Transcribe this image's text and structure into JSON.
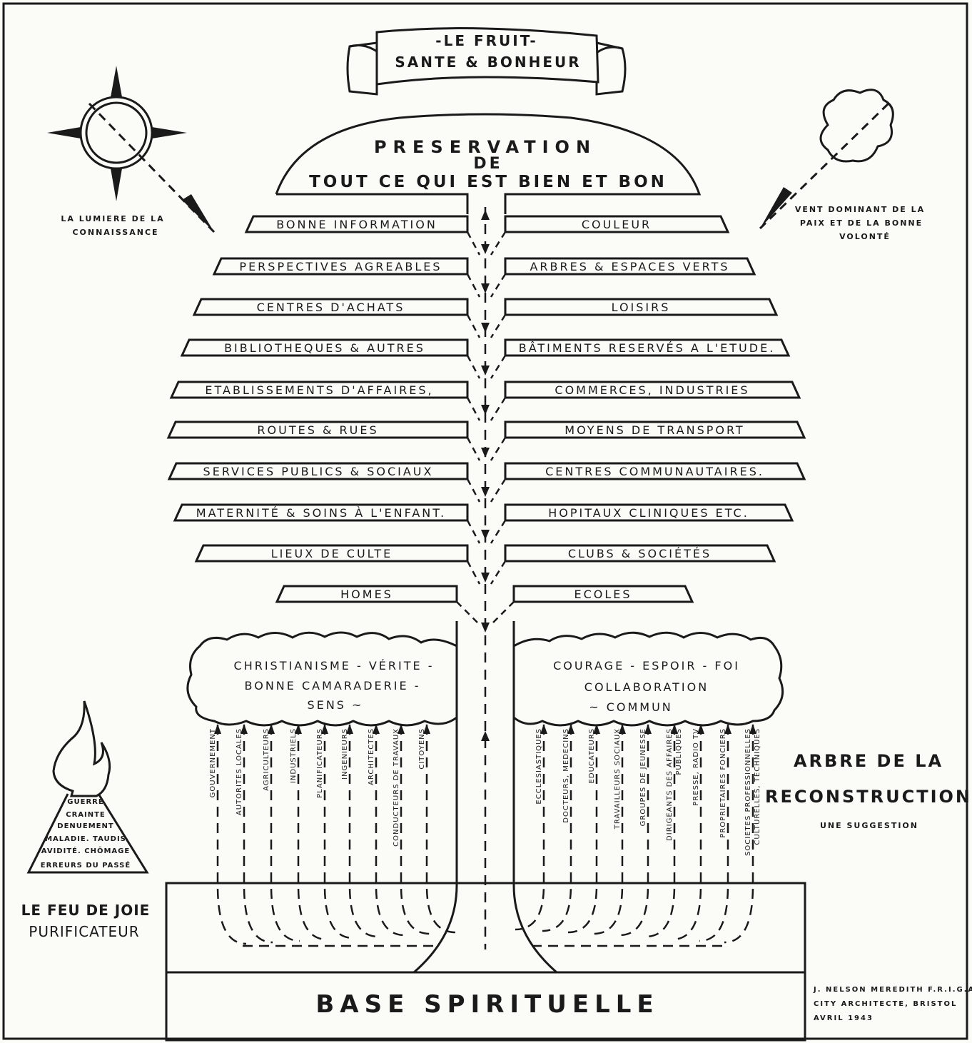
{
  "colors": {
    "ink": "#1a1a1a",
    "paper": "#fbfbf8"
  },
  "fruit": {
    "line1": "-LE  FRUIT-",
    "line2": "SANTE & BONHEUR"
  },
  "crown": {
    "line1": "PRESERVATION",
    "line2": "DE",
    "line3": "TOUT CE QUI EST BIEN ET BON"
  },
  "sun": {
    "icon": "sun-icon",
    "caption1": "LA LUMIERE DE LA",
    "caption2": "CONNAISSANCE"
  },
  "cloud_sign": {
    "icon": "cloud-icon",
    "caption1": "VENT DOMINANT DE LA",
    "caption2": "PAIX ET DE LA BONNE",
    "caption3": "VOLONTÉ"
  },
  "branches_left": [
    "BONNE INFORMATION",
    "PERSPECTIVES AGREABLES",
    "CENTRES D'ACHATS",
    "BIBLIOTHEQUES & AUTRES",
    "ETABLISSEMENTS D'AFFAIRES,",
    "ROUTES & RUES",
    "SERVICES PUBLICS & SOCIAUX",
    "MATERNITÉ & SOINS À L'ENFANT.",
    "LIEUX DE CULTE",
    "HOMES"
  ],
  "branches_right": [
    "COULEUR",
    "ARBRES & ESPACES VERTS",
    "LOISIRS",
    "BÂTIMENTS RESERVÉS A L'ETUDE.",
    "COMMERCES, INDUSTRIES",
    "MOYENS DE TRANSPORT",
    "CENTRES COMMUNAUTAIRES.",
    "HOPITAUX CLINIQUES ETC.",
    "CLUBS & SOCIÉTÉS",
    "ECOLES"
  ],
  "cloud_left": {
    "line1": "CHRISTIANISME - VÉRITE -",
    "line2": "BONNE CAMARADERIE -",
    "line3": "SENS ~"
  },
  "cloud_right": {
    "line1": "COURAGE - ESPOIR - FOI",
    "line2": "COLLABORATION",
    "line3": "~ COMMUN"
  },
  "pillars_left": [
    "GOUVERNEMENT",
    "AUTORITES LOCALES",
    "AGRICULTEURS",
    "INDUSTRIELS",
    "PLANIFICATEURS",
    "INGENIEURS",
    "ARCHITECTES",
    "CONDUCTEURS DE TRAVAUX",
    "CITOYENS"
  ],
  "pillars_right": [
    "ECCLESIASTIQUES",
    "DOCTEURS, MEDECINS",
    "EDUCATEURS",
    "TRAVAILLEURS SOCIAUX",
    "GROUPES DE JEUNESSE",
    "DIRIGEANTS DES AFFAIRES",
    "PUBLIQUES",
    "PRESSE, RADIO TV",
    "PROPRIETAIRES FONCIERS",
    "SOCIETES PROFESSIONNELLES",
    "CULTURELLES, TECHNIQUES"
  ],
  "fire": {
    "icon": "flame-icon",
    "lines": [
      "GUERRE",
      "CRAINTE",
      "DENUEMENT",
      "MALADIE. TAUDIS",
      "AVIDITÉ. CHÔMAGE",
      "ERREURS DU PASSÉ"
    ],
    "title1": "LE FEU DE JOIE",
    "title2": "PURIFICATEUR"
  },
  "title": {
    "line1": "ARBRE DE LA",
    "line2": "RECONSTRUCTION",
    "subtitle": "UNE SUGGESTION"
  },
  "base": "BASE SPIRITUELLE",
  "credit": {
    "line1": "J. NELSON MEREDITH F.R.I.G.A.",
    "line2": "CITY ARCHITECTE, BRISTOL",
    "line3": "AVRIL 1943"
  }
}
